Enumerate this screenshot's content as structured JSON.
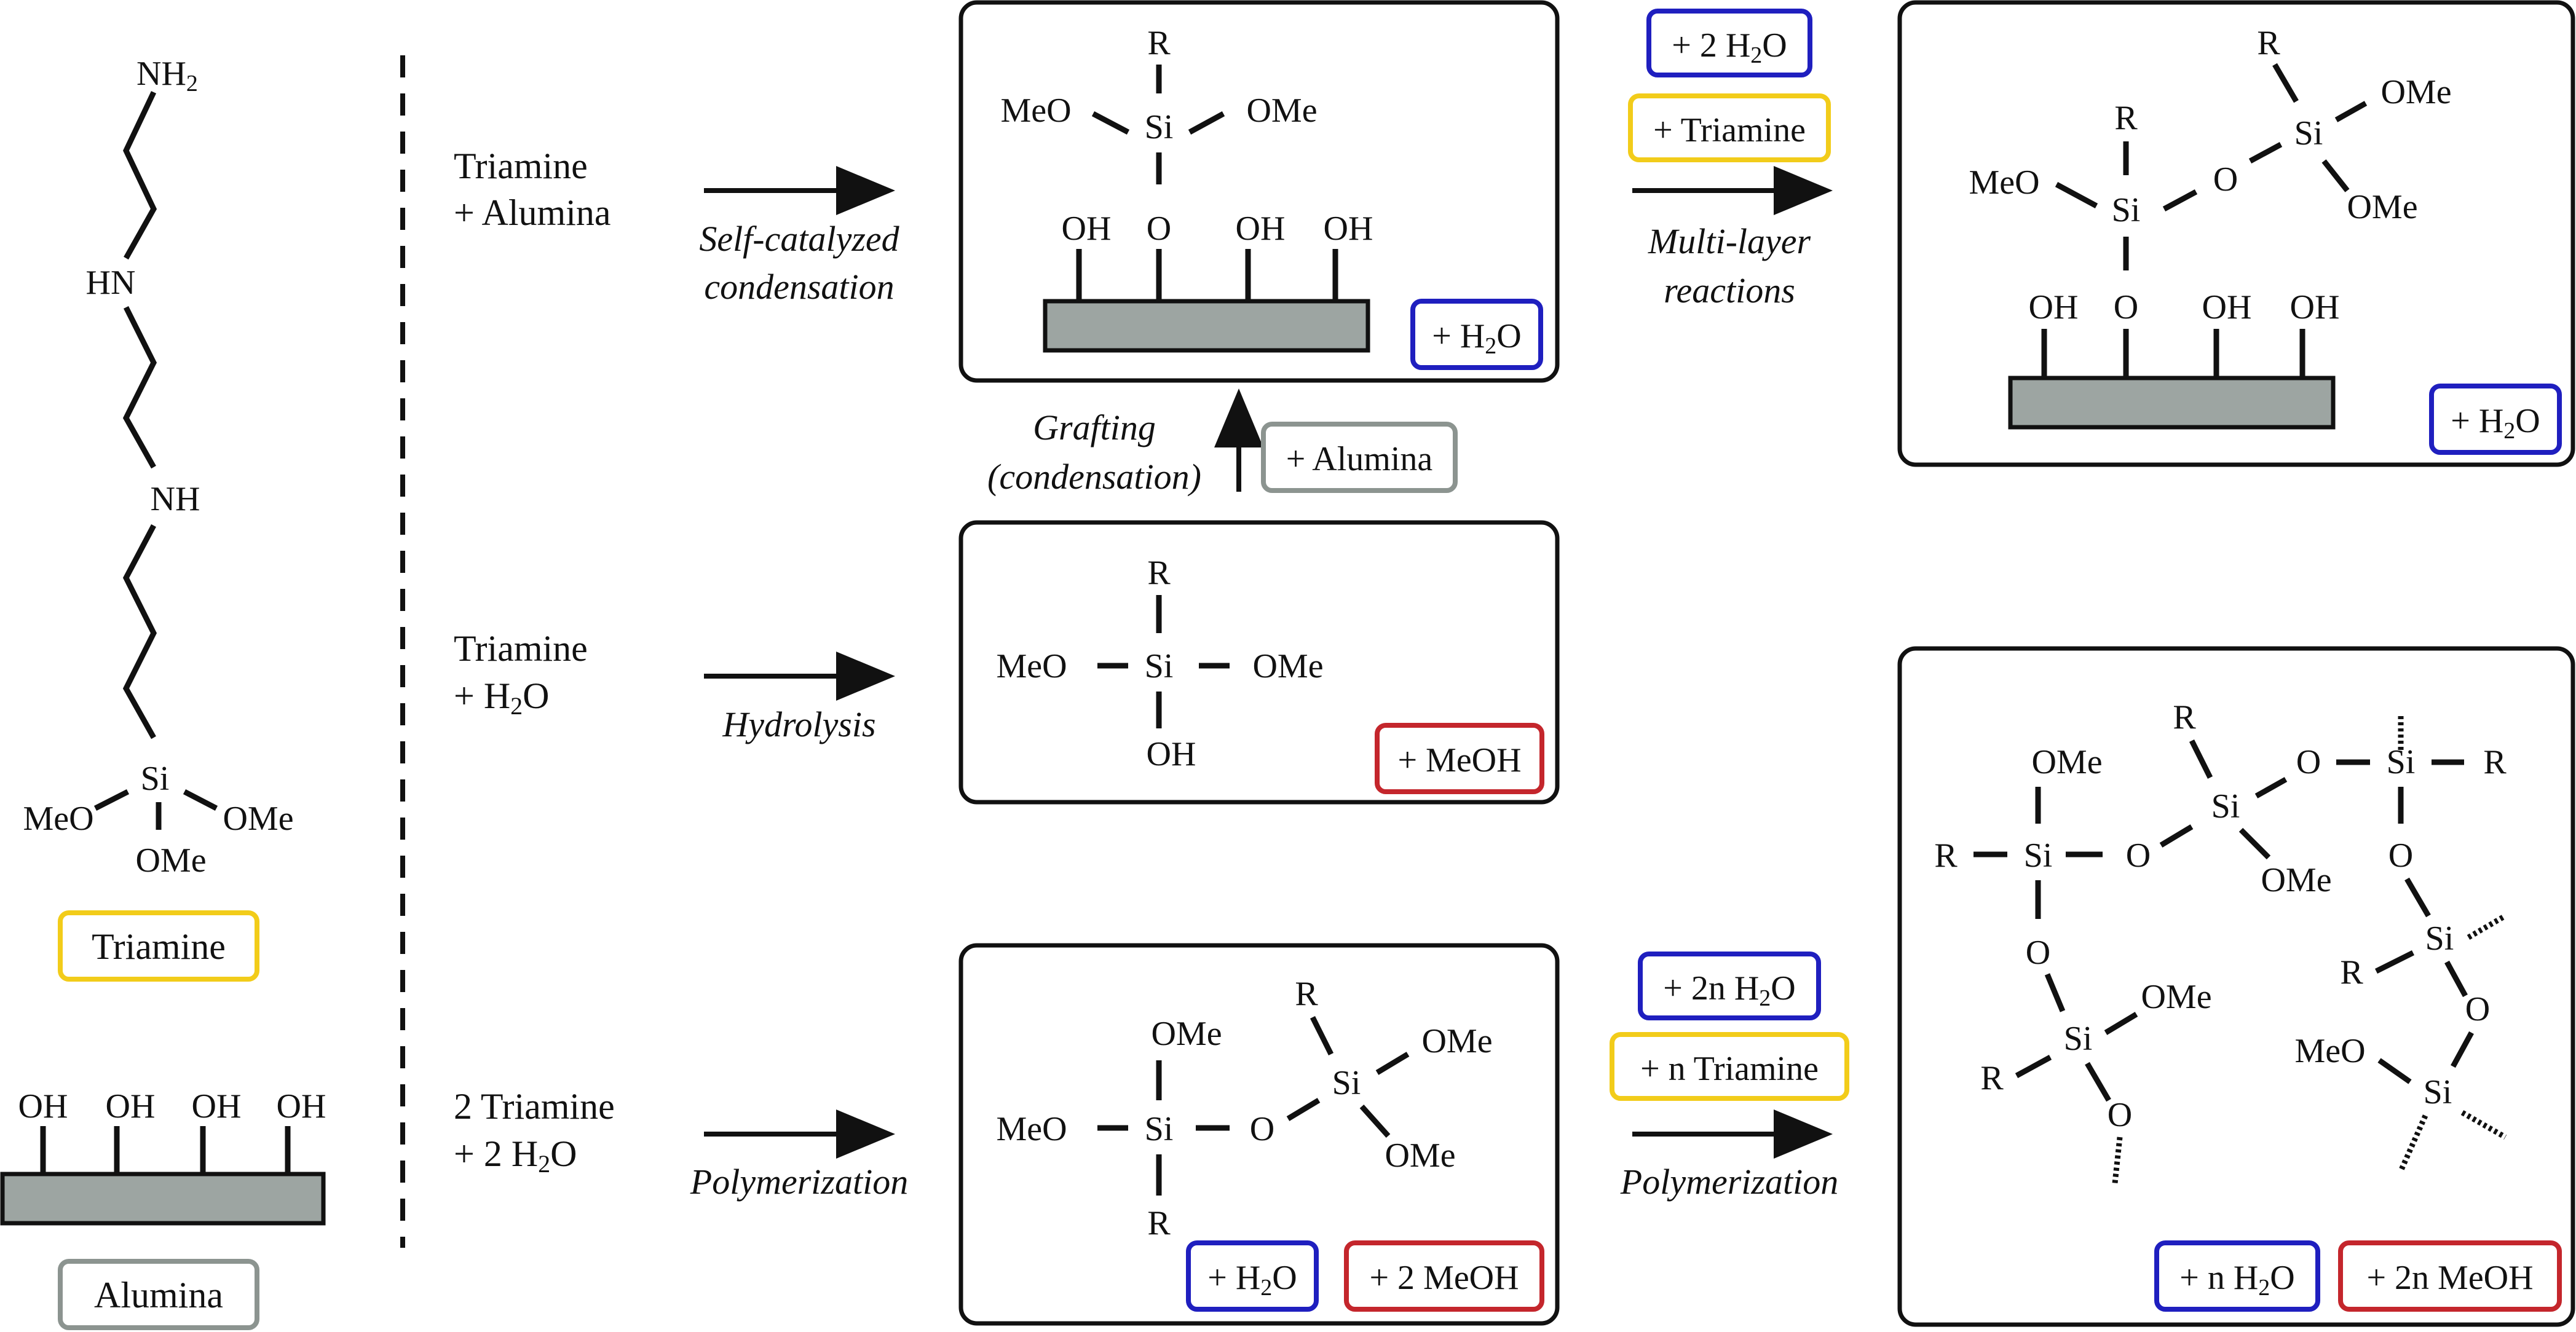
{
  "colors": {
    "blue": "#1f1fbf",
    "yellow": "#f2cc1a",
    "red": "#c4262c",
    "gray": "#8c9490",
    "alumina_fill": "#9da5a2",
    "ink": "#111111"
  },
  "legend": {
    "triamine_label": "Triamine",
    "alumina_label": "Alumina"
  },
  "triamine": {
    "nh2": "NH",
    "nh2_sub": "2",
    "hn": "HN",
    "nh": "NH",
    "si": "Si",
    "meo": "MeO",
    "ome_right": "OMe",
    "ome_bottom": "OMe"
  },
  "alumina_sample": {
    "oh": [
      "OH",
      "OH",
      "OH",
      "OH"
    ]
  },
  "atoms": {
    "r": "R",
    "si": "Si",
    "o": "O",
    "oh": "OH",
    "meo": "MeO",
    "ome": "OMe"
  },
  "rows": [
    {
      "reactants_line1": "Triamine",
      "reactants_line2": "+ Alumina",
      "process_line1": "Self-catalyzed",
      "process_line2": "condensation"
    },
    {
      "reactants_line1": "Triamine",
      "reactants_line2_pre": "+ H",
      "reactants_line2_sub": "2",
      "reactants_line2_post": "O",
      "process": "Hydrolysis"
    },
    {
      "reactants_line1": "2 Triamine",
      "reactants_line2_pre": "+ 2 H",
      "reactants_line2_sub": "2",
      "reactants_line2_post": "O",
      "process": "Polymerization"
    }
  ],
  "grafting": {
    "line1": "Grafting",
    "line2": "(condensation)",
    "badge": "+ Alumina"
  },
  "multilayer": {
    "badge_water_pre": "+ 2 H",
    "badge_water_sub": "2",
    "badge_water_post": "O",
    "badge_triamine": "+ Triamine",
    "line1": "Multi-layer",
    "line2": "reactions"
  },
  "polymerization_right": {
    "badge_water_pre": "+ 2n H",
    "badge_water_sub": "2",
    "badge_water_post": "O",
    "badge_triamine": "+ n Triamine",
    "label": "Polymerization"
  },
  "byproducts": {
    "water_pre": "+ H",
    "water_sub": "2",
    "water_post": "O",
    "meoh": "+ MeOH",
    "two_meoh": "+ 2 MeOH",
    "n_water_pre": "+ n H",
    "n_water_sub": "2",
    "n_water_post": "O",
    "two_n_meoh": "+ 2n MeOH"
  }
}
